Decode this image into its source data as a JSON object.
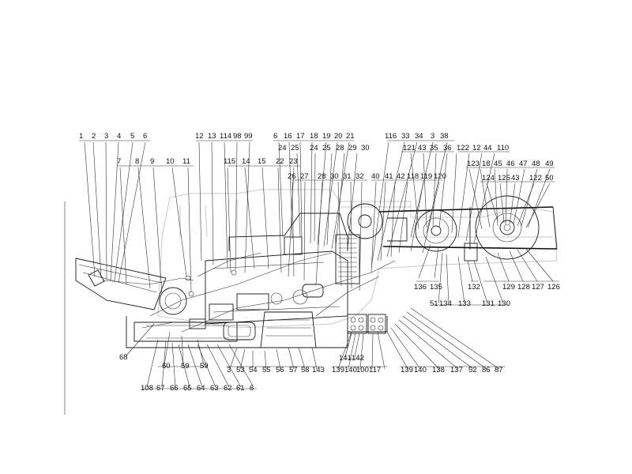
{
  "diagram": {
    "callouts": [
      "1",
      "2",
      "3",
      "4",
      "5",
      "6",
      "7",
      "8",
      "9",
      "10",
      "11",
      "12",
      "13",
      "114",
      "98",
      "99",
      "115",
      "14",
      "15",
      "6",
      "16",
      "17",
      "18",
      "19",
      "20",
      "21",
      "24",
      "25",
      "24",
      "25",
      "28",
      "29",
      "30",
      "22",
      "23",
      "26",
      "27",
      "28",
      "30",
      "31",
      "32",
      "40",
      "41",
      "42",
      "116",
      "33",
      "34",
      "3",
      "38",
      "121",
      "43",
      "35",
      "36",
      "118",
      "119",
      "120",
      "122",
      "12",
      "44",
      "110",
      "123",
      "18",
      "45",
      "46",
      "47",
      "48",
      "49",
      "124",
      "125",
      "43",
      "122",
      "50",
      "136",
      "135",
      "51",
      "134",
      "133",
      "132",
      "131",
      "130",
      "129",
      "128",
      "127",
      "126",
      "68",
      "60",
      "59",
      "59",
      "3",
      "53",
      "54",
      "55",
      "56",
      "57",
      "58",
      "143",
      "141",
      "142",
      "139",
      "140",
      "100",
      "117",
      "139",
      "140",
      "138",
      "137",
      "52",
      "86",
      "87",
      "108",
      "67",
      "66",
      "65",
      "64",
      "63",
      "62",
      "61",
      "6"
    ]
  }
}
